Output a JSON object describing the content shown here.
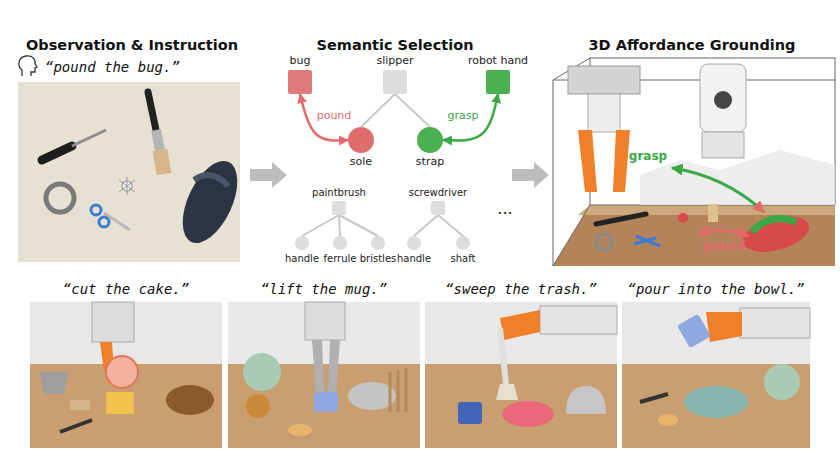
{
  "diagram": {
    "nodes": [
      {
        "text": [
          "bug"
        ]
      },
      {
        "text": [
          "slipper"
        ]
      },
      {
        "text": [
          "robot hand"
        ]
      },
      {
        "text": [
          "sole"
        ]
      },
      {
        "text": [
          "strap"
        ]
      },
      {
        "text": [
          "paintbrush"
        ]
      },
      {
        "text": [
          "handle"
        ]
      },
      {
        "text": [
          "ferrule"
        ]
      },
      {
        "text": [
          "bristles"
        ]
      },
      {
        "text": [
          "screwdriver"
        ]
      },
      {
        "text": [
          "handle"
        ]
      },
      {
        "text": [
          "shaft"
        ]
      }
    ],
    "edges": [
      {
        "from": 0,
        "to": 3,
        "label": "pound",
        "arrow": "both"
      },
      {
        "from": 2,
        "to": 4,
        "label": "grasp",
        "arrow": "both"
      },
      {
        "from": 1,
        "to": 3,
        "arrow": "none"
      },
      {
        "from": 1,
        "to": 4,
        "arrow": "none"
      },
      {
        "from": 5,
        "to": 6,
        "arrow": "none"
      },
      {
        "from": 5,
        "to": 7,
        "arrow": "none"
      },
      {
        "from": 5,
        "to": 8,
        "arrow": "none"
      },
      {
        "from": 9,
        "to": 10,
        "arrow": "none"
      },
      {
        "from": 9,
        "to": 11,
        "arrow": "none"
      }
    ],
    "labels": [
      "Observation & Instruction",
      "“pound the bug.”",
      "Semantic Selection",
      "...",
      "3D Affordance Grounding",
      "grasp",
      "pound",
      "“cut the cake.”",
      "“lift the mug.”",
      "“sweep the trash.”",
      "“pour into the bowl.”"
    ]
  }
}
